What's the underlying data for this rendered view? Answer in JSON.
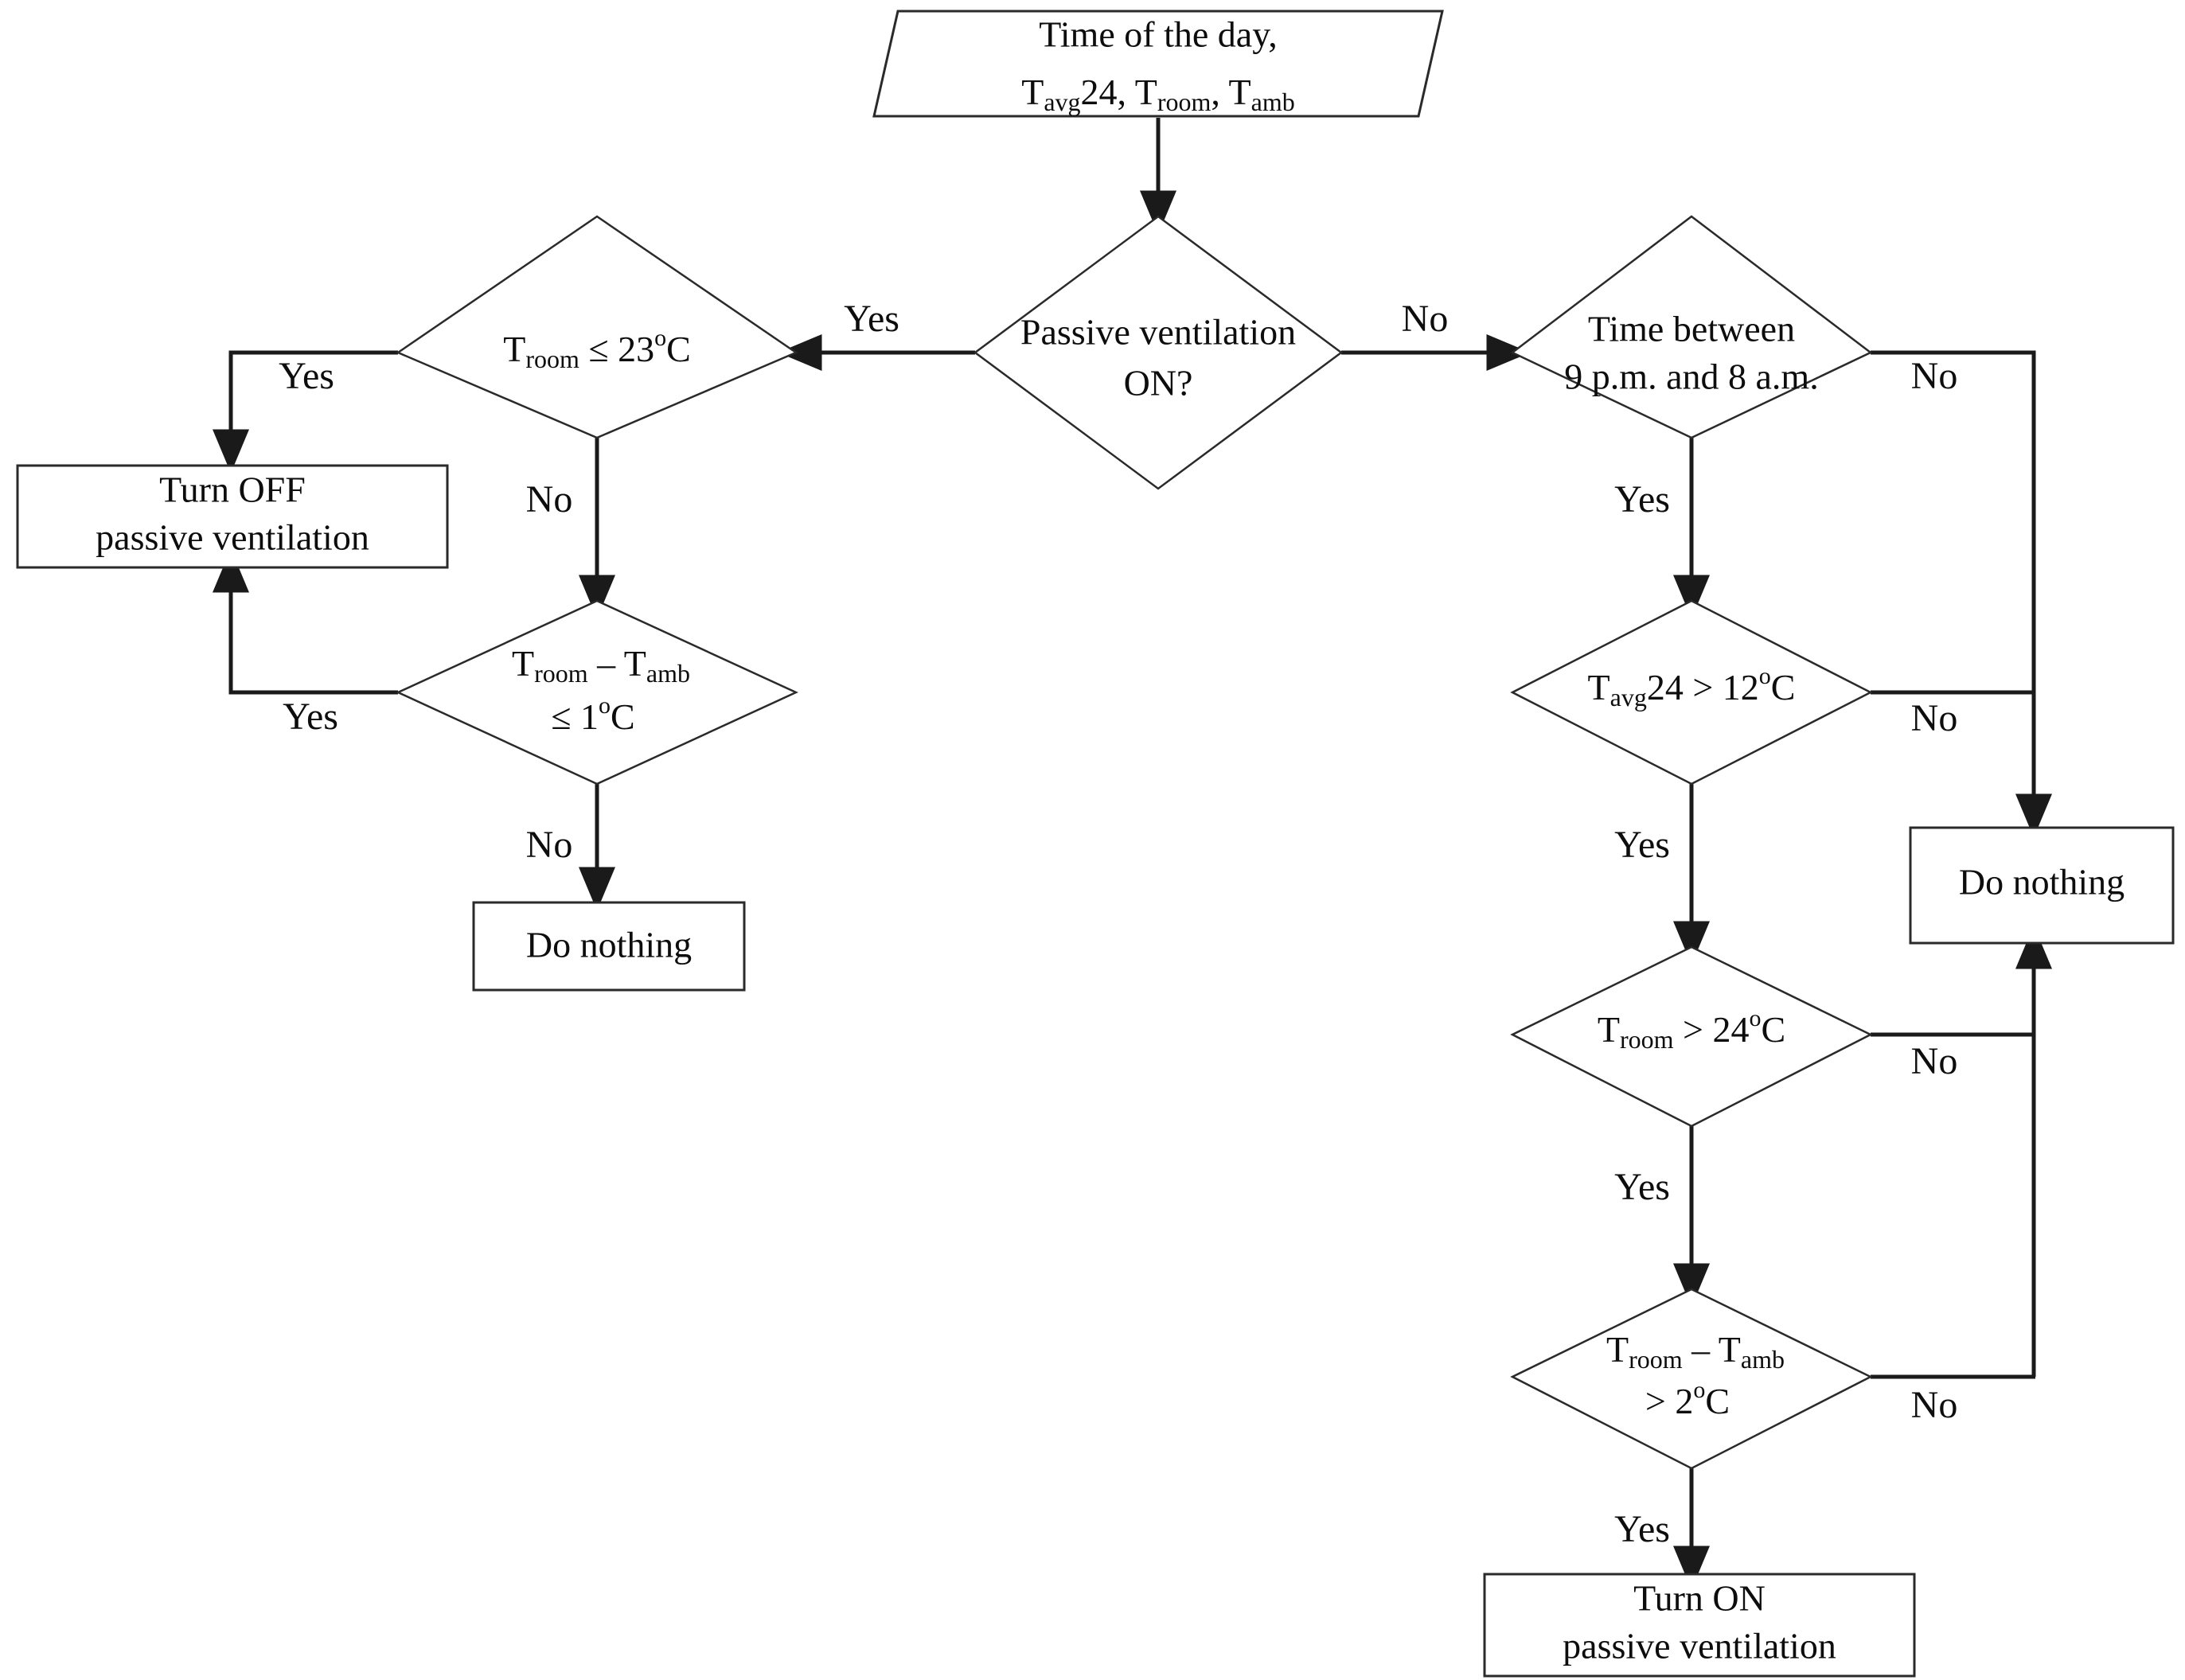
{
  "diagram": {
    "title": "Passive ventilation control flowchart",
    "colors": {
      "background": "#ffffff",
      "stroke": "#2a2a2a",
      "connector": "#1a1a1a",
      "text": "#0d0d0d"
    }
  },
  "nodes": {
    "input": {
      "type": "parallelogram",
      "line1": "Time of the day,",
      "line2_a": "T",
      "line2_sub_a": "avg",
      "line2_b": "24, T",
      "line2_sub_b": "room",
      "line2_c": ", T",
      "line2_sub_c": "amb"
    },
    "decision_main": {
      "type": "diamond",
      "line1": "Passive ventilation",
      "line2": "ON?"
    },
    "decision_troom23": {
      "type": "diamond",
      "t": "T",
      "sub": "room",
      "rest": " ≤ 23",
      "deg": "o",
      "unit": "C"
    },
    "decision_diff1": {
      "type": "diamond",
      "t1": "T",
      "sub1": "room",
      "mid": " – T",
      "sub2": "amb",
      "line2": "≤ 1",
      "deg": "o",
      "unit": "C"
    },
    "box_turn_off": {
      "type": "rect",
      "line1": "Turn OFF",
      "line2": "passive ventilation"
    },
    "box_do_nothing_left": {
      "type": "rect",
      "label": "Do nothing"
    },
    "decision_time_window": {
      "type": "diamond",
      "line1": "Time between",
      "line2": "9 p.m. and 8 a.m."
    },
    "decision_tavg12": {
      "type": "diamond",
      "t": "T",
      "sub": "avg",
      "rest": "24 > 12",
      "deg": "o",
      "unit": "C"
    },
    "decision_troom24": {
      "type": "diamond",
      "t": "T",
      "sub": "room",
      "rest": " > 24",
      "deg": "o",
      "unit": "C"
    },
    "decision_diff2": {
      "type": "diamond",
      "t1": "T",
      "sub1": "room",
      "mid": " – T",
      "sub2": "amb",
      "line2": "> 2",
      "deg": "o",
      "unit": "C"
    },
    "box_do_nothing_right": {
      "type": "rect",
      "label": "Do nothing"
    },
    "box_turn_on": {
      "type": "rect",
      "line1": "Turn ON",
      "line2": "passive ventilation"
    }
  },
  "edge_labels": {
    "main_yes": "Yes",
    "main_no": "No",
    "troom23_yes": "Yes",
    "troom23_no": "No",
    "diff1_yes": "Yes",
    "diff1_no": "No",
    "time_window_yes": "Yes",
    "time_window_no": "No",
    "tavg12_yes": "Yes",
    "tavg12_no": "No",
    "troom24_yes": "Yes",
    "troom24_no": "No",
    "diff2_yes": "Yes",
    "diff2_no": "No"
  }
}
